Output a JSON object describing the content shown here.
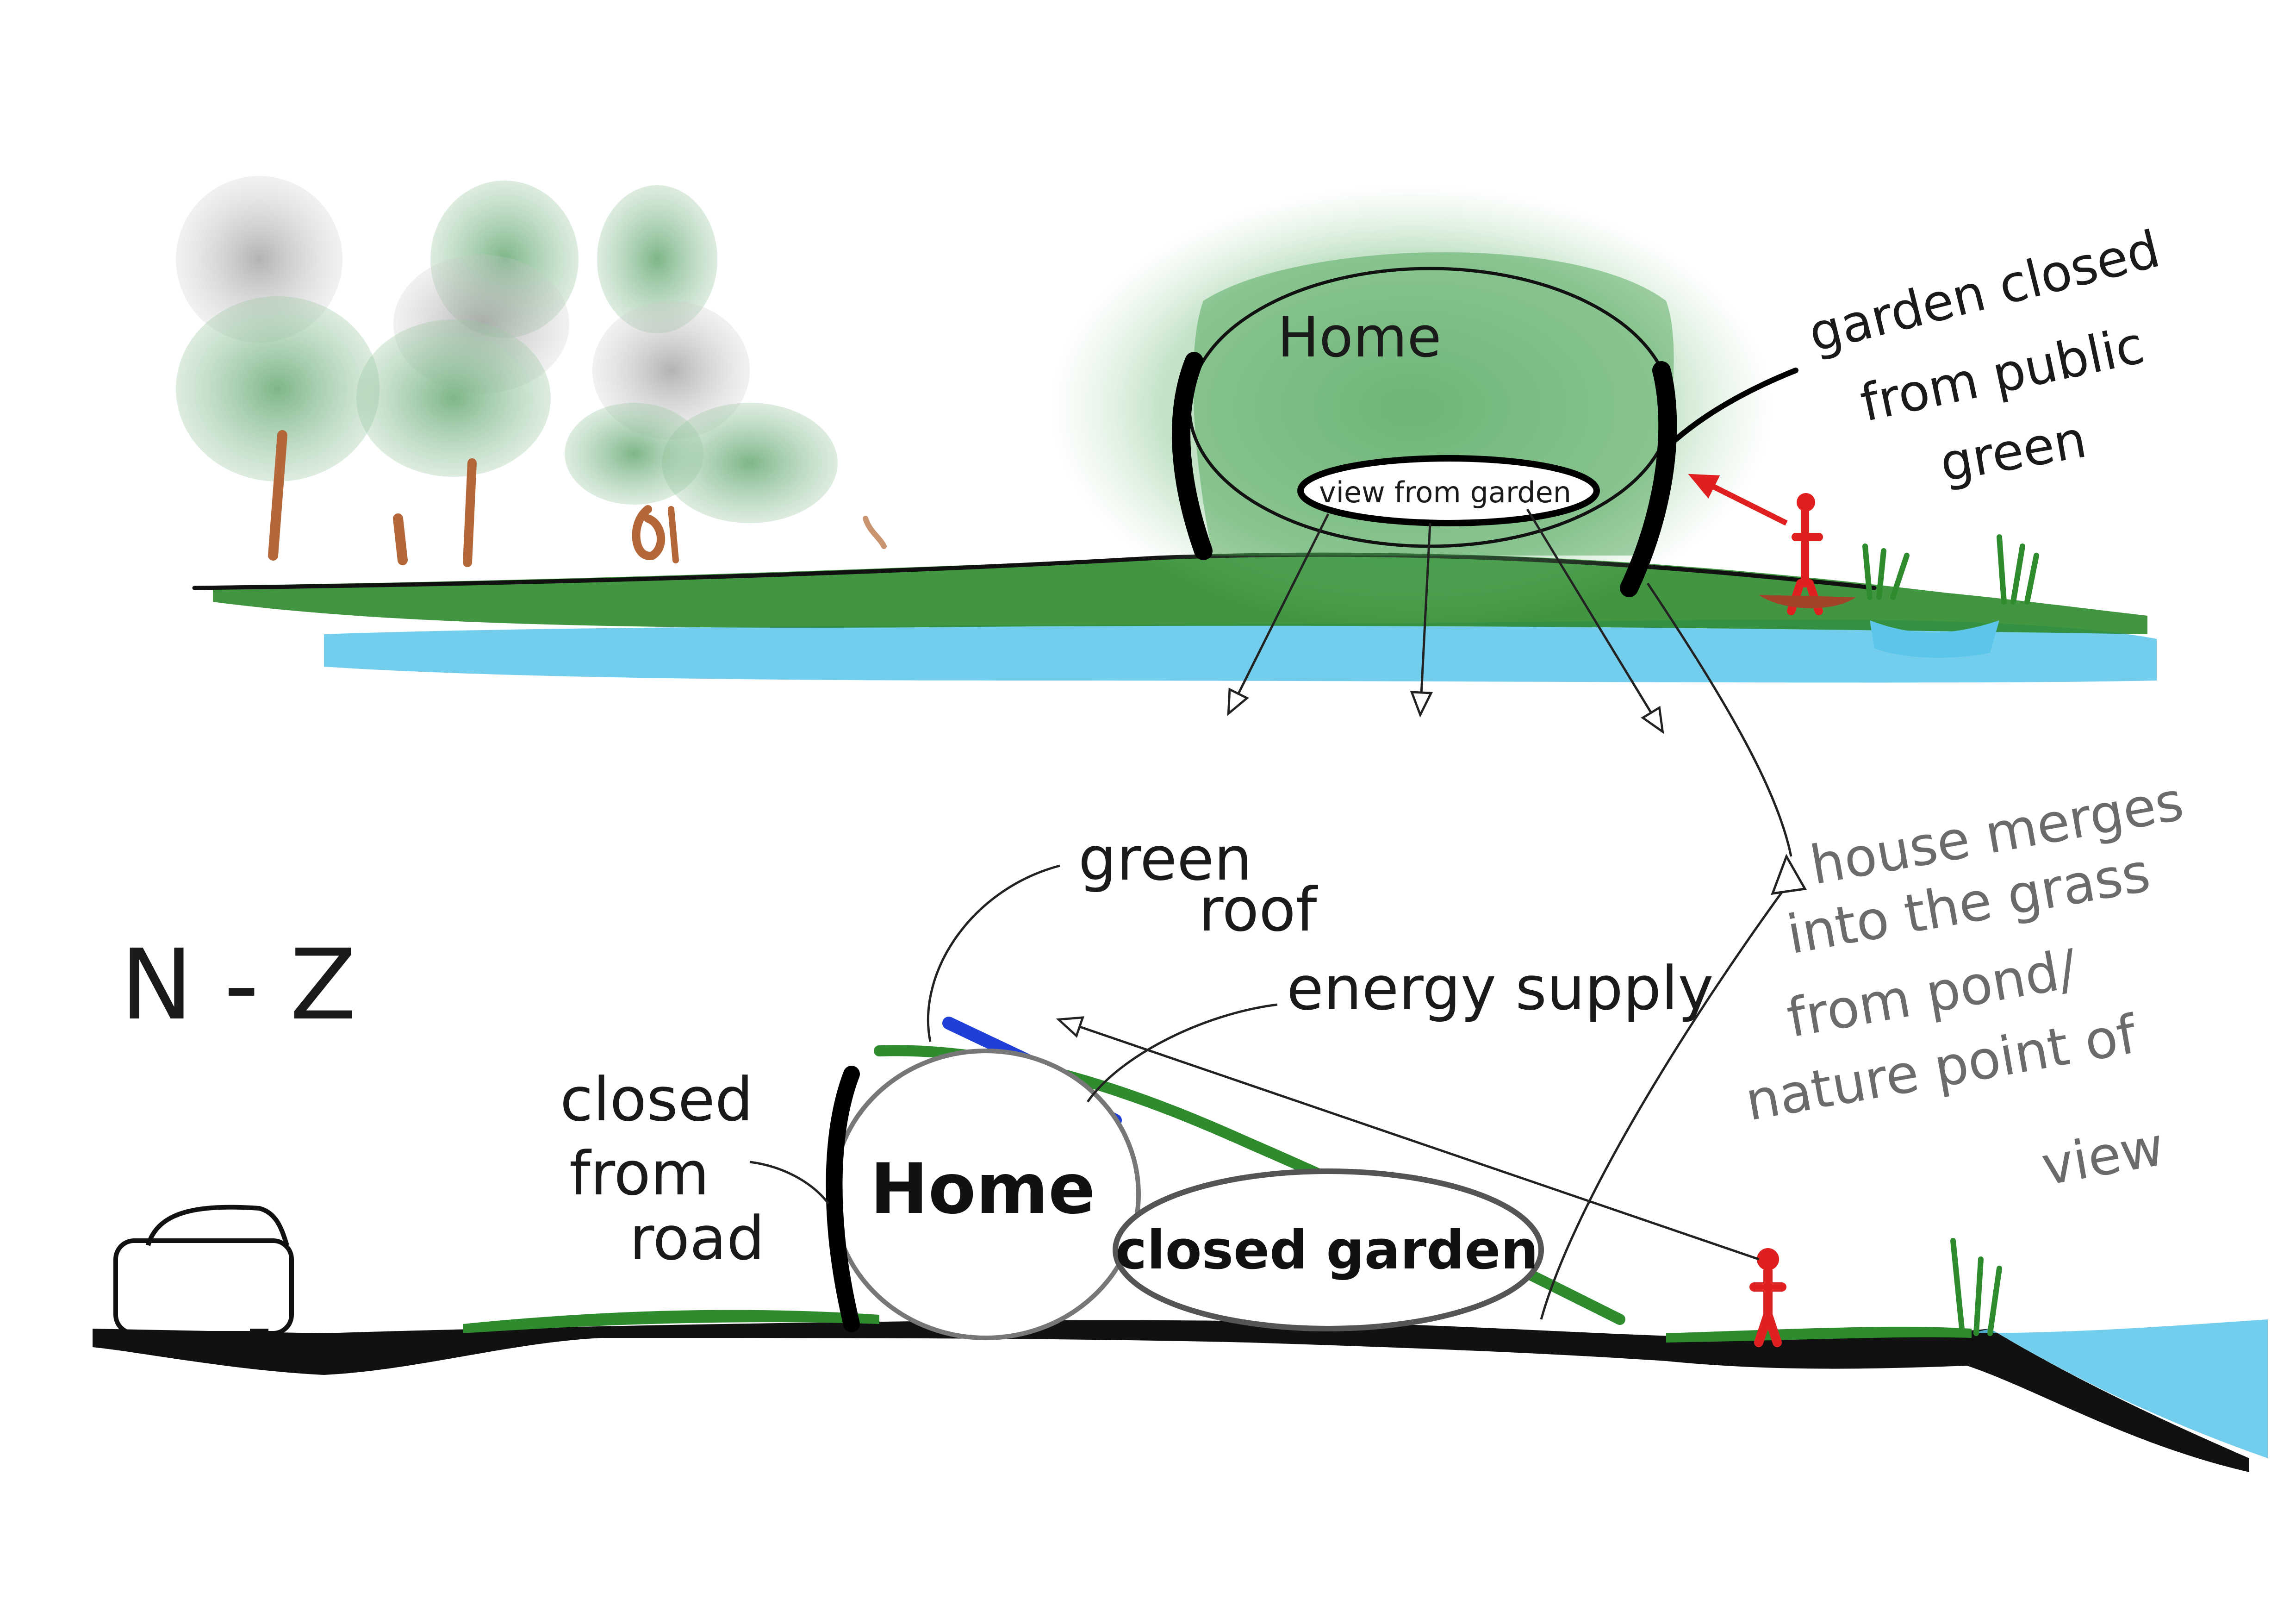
{
  "top_section": {
    "home_label": "Home",
    "view_label": "view from garden",
    "garden_note_lines": [
      "garden closed",
      "from public",
      "green"
    ]
  },
  "bottom_section": {
    "orientation_label": "N - Z",
    "green_roof_lines": [
      "green",
      "roof"
    ],
    "energy_supply_label": "energy supply",
    "closed_from_road_lines": [
      "closed",
      "from",
      "road"
    ],
    "home_label": "Home",
    "closed_garden_label": "closed garden"
  },
  "merge_note_lines": [
    "house merges",
    "into the grass",
    "from pond/",
    "nature point of",
    "view"
  ],
  "colors": {
    "grass": "#2e8b2e",
    "water": "#5bc6ea",
    "tree_foliage": "#7fb88a",
    "tree_trunk": "#b4683a",
    "person": "#e02020",
    "solar_panel": "#1f3fd6",
    "ink": "#1a1a1a"
  }
}
